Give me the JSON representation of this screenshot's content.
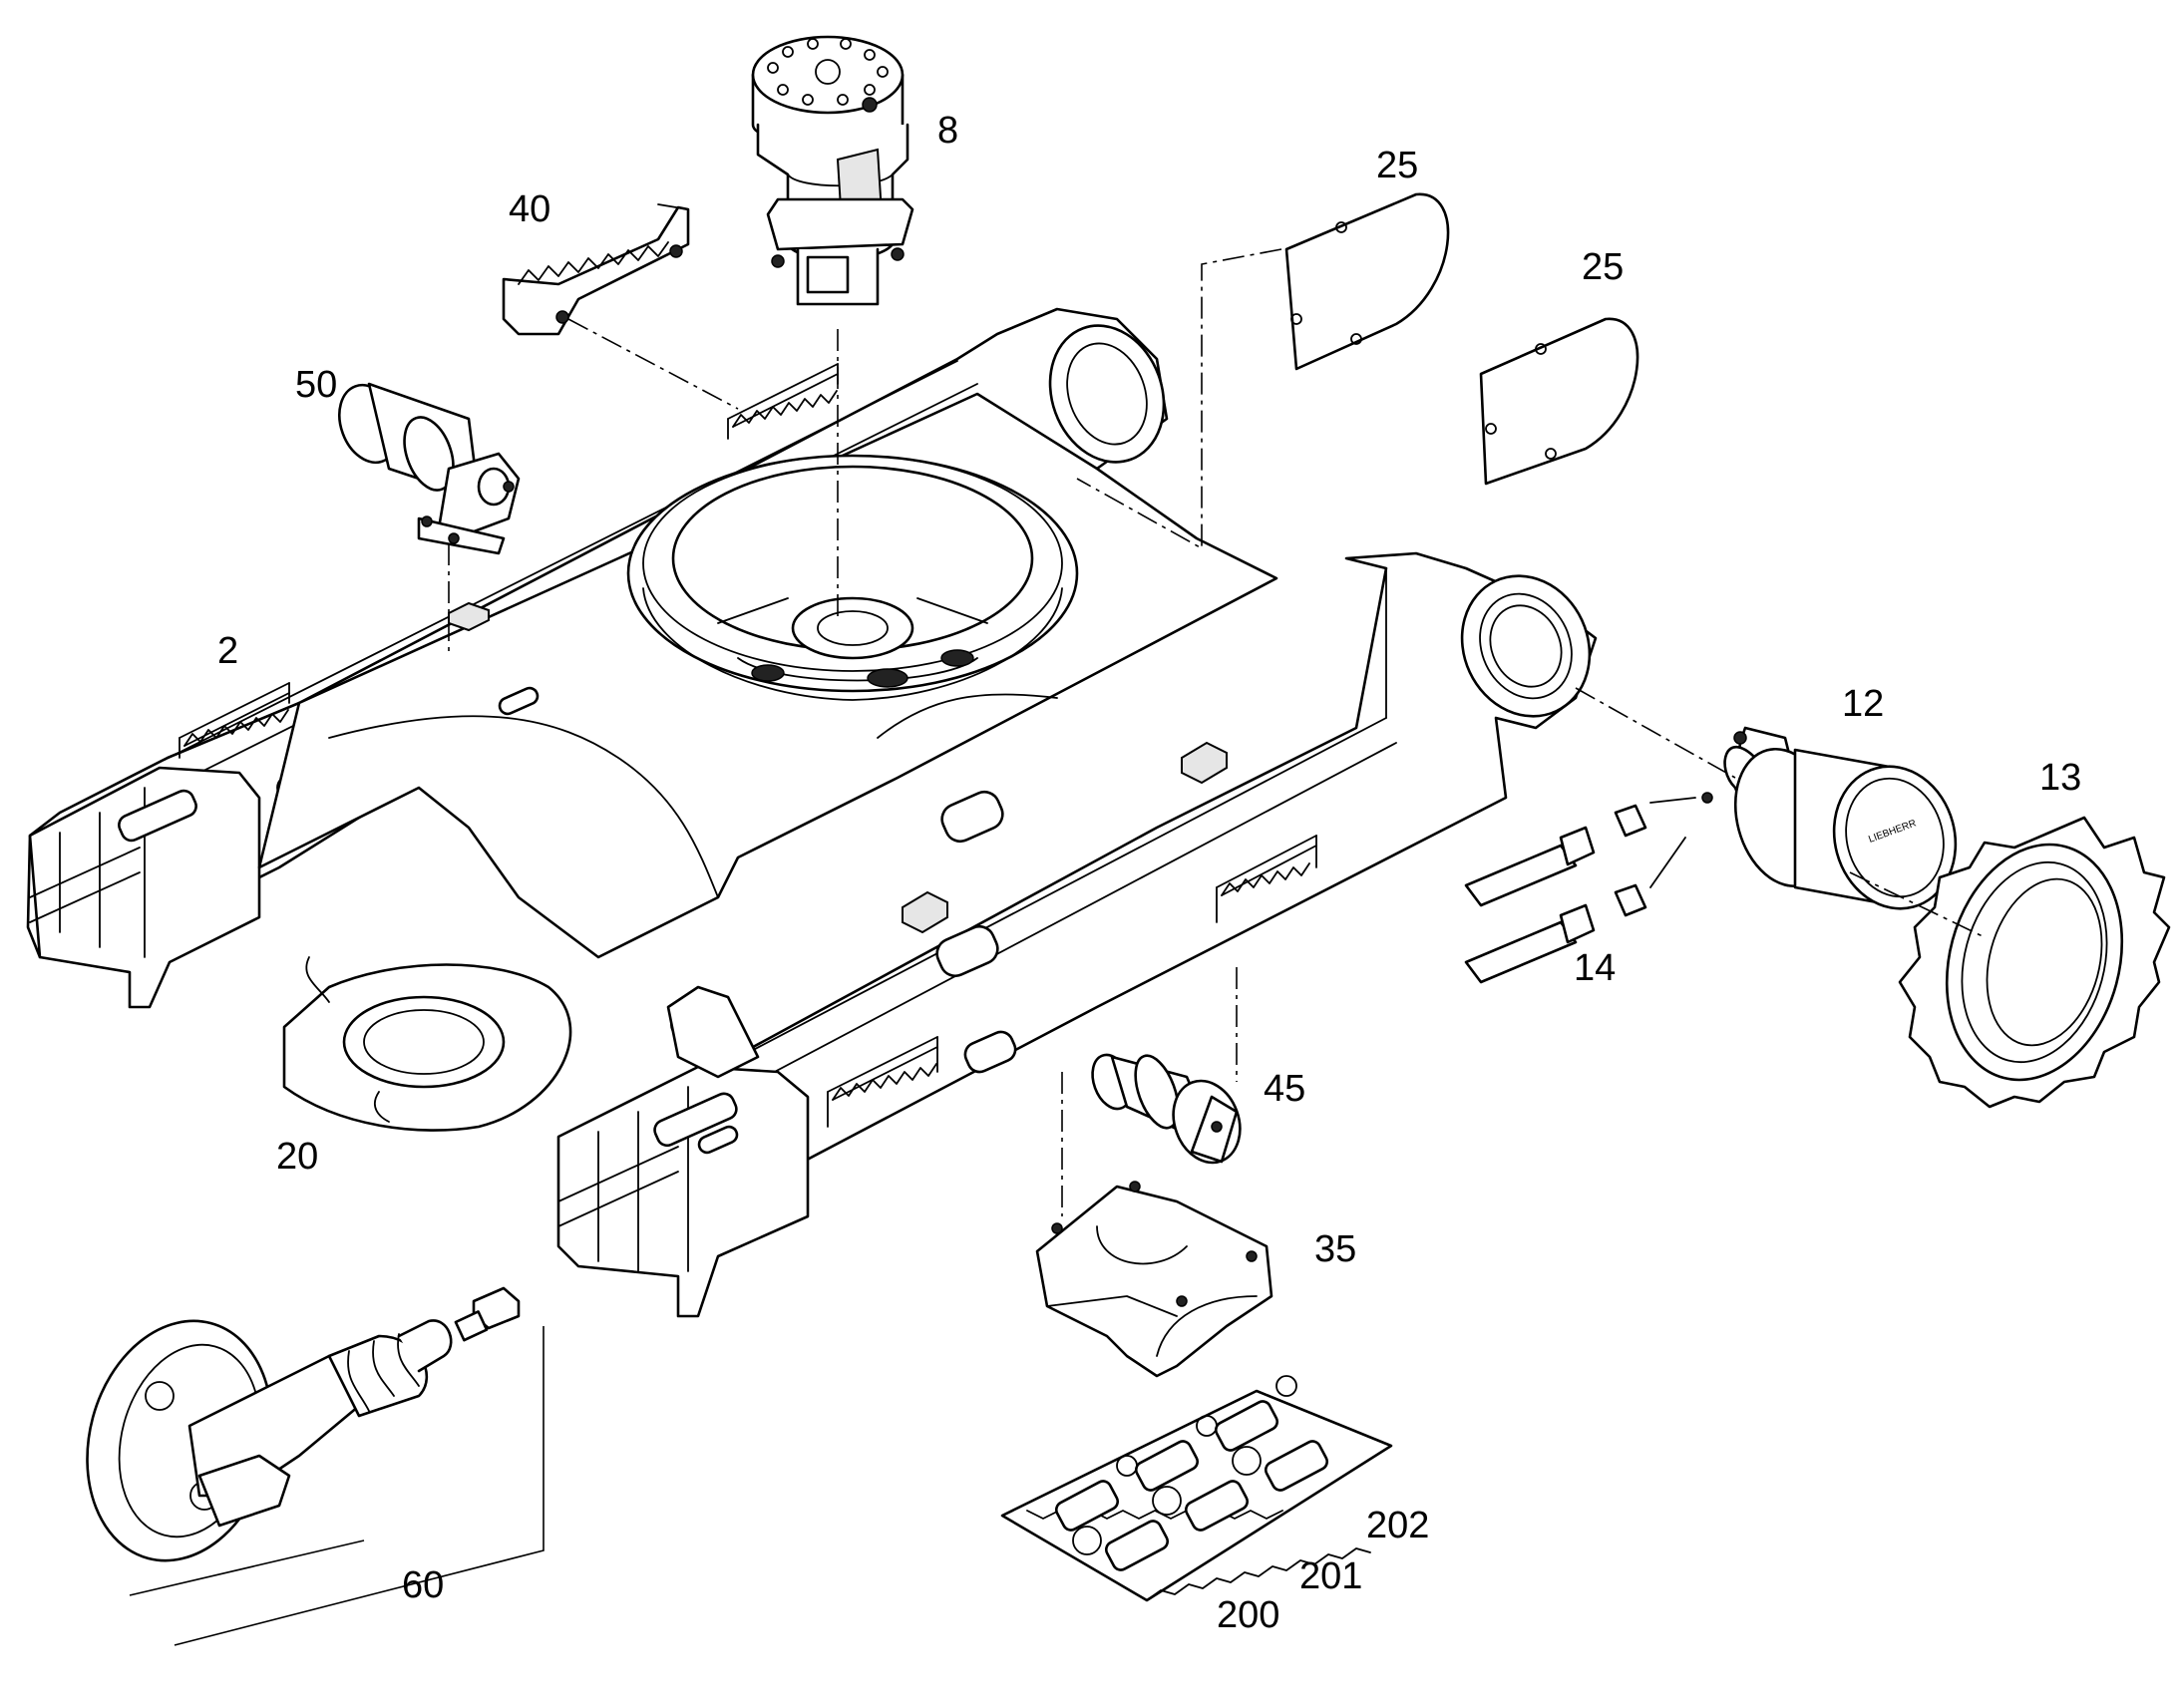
{
  "callouts": {
    "c2": "2",
    "c8": "8",
    "c12": "12",
    "c13": "13",
    "c14": "14",
    "c20": "20",
    "c25a": "25",
    "c25b": "25",
    "c35": "35",
    "c40": "40",
    "c45": "45",
    "c50": "50",
    "c60": "60",
    "c200": "200",
    "c201": "201",
    "c202": "202"
  }
}
